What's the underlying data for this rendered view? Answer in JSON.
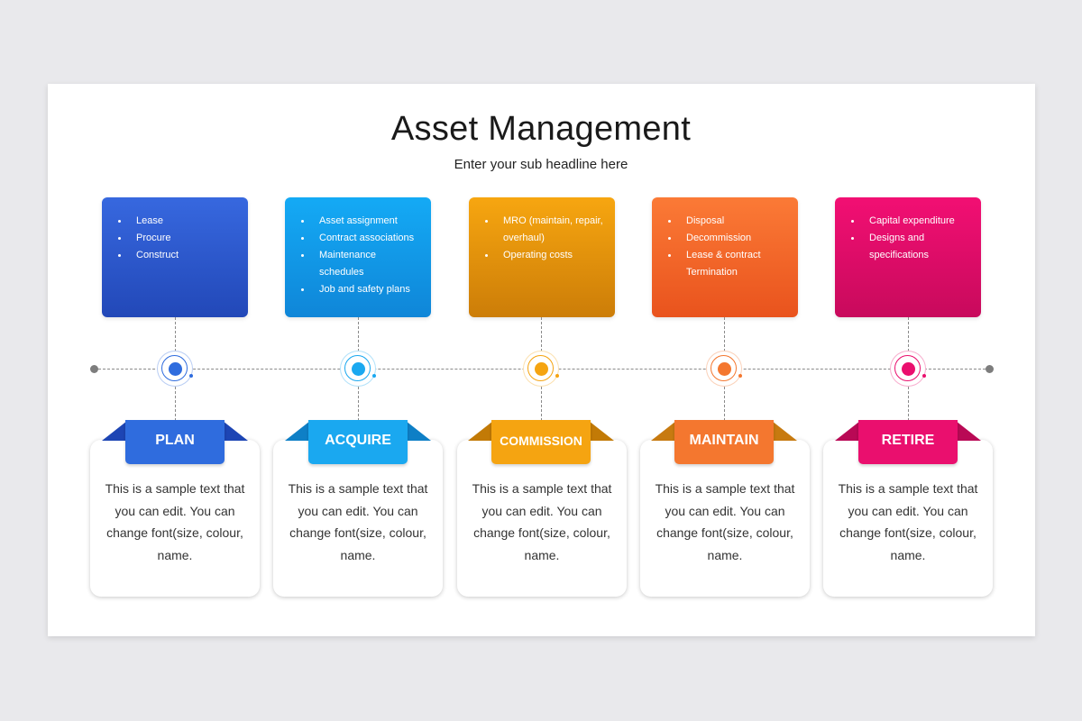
{
  "title": "Asset Management",
  "subtitle": "Enter your sub headline here",
  "stages": [
    {
      "label": "PLAN",
      "color": "#2f6cde",
      "gradient": [
        "#3768df",
        "#2248b8"
      ],
      "tab_fold_color": "#1d45b4",
      "bullets": [
        "Lease",
        "Procure",
        "Construct"
      ],
      "text": "This is a sample text that you can edit. You can change font(size, colour, name."
    },
    {
      "label": "ACQUIRE",
      "color": "#1aa8f0",
      "gradient": [
        "#14aaf5",
        "#0f86d8"
      ],
      "tab_fold_color": "#0e7fc6",
      "bullets": [
        "Asset assignment",
        "Contract associations",
        "Maintenance schedules",
        "Job and safety plans"
      ],
      "text": "This is a sample text that you can edit. You can change font(size, colour, name."
    },
    {
      "label": "COMMISSION",
      "color": "#f5a411",
      "gradient": [
        "#f7a610",
        "#cc7d08"
      ],
      "tab_fold_color": "#c27a06",
      "bullets": [
        "MRO (maintain, repair, overhaul)",
        "Operating costs"
      ],
      "text": "This is a sample text that you can edit. You can change font(size, colour, name."
    },
    {
      "label": "MAINTAIN",
      "color": "#f4772f",
      "gradient": [
        "#fb7a36",
        "#e9531d"
      ],
      "tab_fold_color": "#c77a10",
      "bullets": [
        "Disposal",
        "Decommission",
        "Lease & contract Termination"
      ],
      "text": "This is a sample text that you can edit. You can change font(size, colour, name."
    },
    {
      "label": "RETIRE",
      "color": "#ea0f6e",
      "gradient": [
        "#f20f73",
        "#c80a5c"
      ],
      "tab_fold_color": "#b90955",
      "bullets": [
        "Capital expenditure",
        "Designs and specifications"
      ],
      "text": "This is a sample text that you can edit. You can change font(size, colour, name."
    }
  ]
}
